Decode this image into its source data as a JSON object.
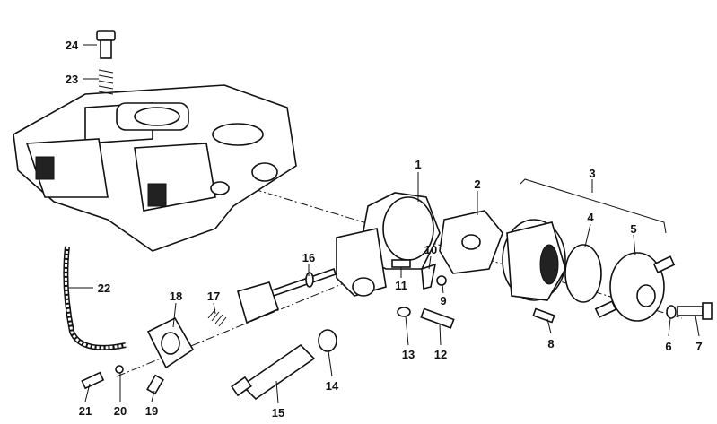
{
  "diagram": {
    "type": "exploded-parts-diagram",
    "callouts": [
      "1",
      "2",
      "3",
      "4",
      "5",
      "6",
      "7",
      "8",
      "9",
      "10",
      "11",
      "12",
      "13",
      "14",
      "15",
      "16",
      "17",
      "18",
      "19",
      "20",
      "21",
      "22",
      "23",
      "24"
    ]
  }
}
